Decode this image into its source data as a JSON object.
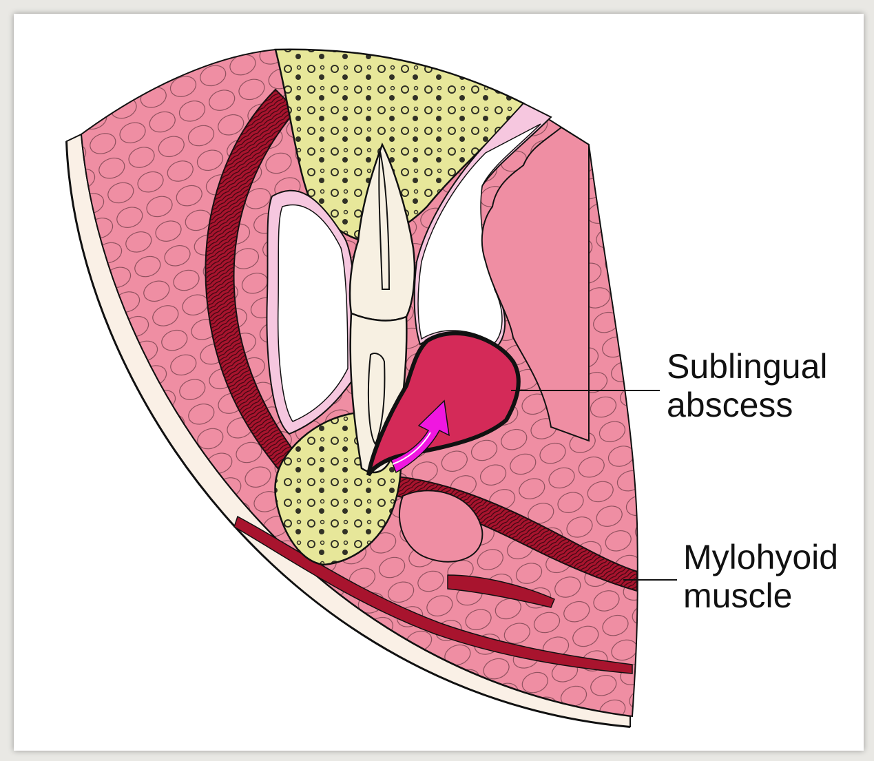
{
  "labels": {
    "abscess": {
      "line1": "Sublingual",
      "line2": "abscess"
    },
    "mylohyoid": {
      "line1": "Mylohyoid",
      "line2": "muscle"
    }
  },
  "colors": {
    "tissue_pink": "#ef8ea3",
    "muscle_dark": "#a8142e",
    "bone_yellow": "#e7e79a",
    "tooth_ivory": "#f7f0e2",
    "mucosa_light": "#f6c7df",
    "abscess": "#d42a58",
    "arrow": "#f017e0"
  },
  "icons": {
    "arrow": "curved-arrow-icon"
  }
}
